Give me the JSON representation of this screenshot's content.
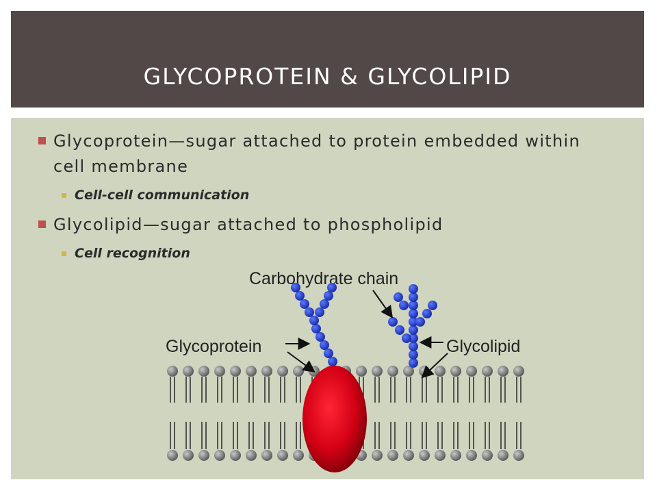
{
  "slide": {
    "title": "GLYCOPROTEIN & GLYCOLIPID",
    "bullets": [
      {
        "text": "Glycoprotein—sugar attached to protein embedded within cell membrane",
        "sub": "Cell-cell communication"
      },
      {
        "text": "Glycolipid—sugar attached to phospholipid",
        "sub": "Cell recognition"
      }
    ]
  },
  "diagram": {
    "labels": {
      "carbohydrate_chain": "Carbohydrate chain",
      "glycoprotein": "Glycoprotein",
      "glycolipid": "Glycolipid"
    },
    "colors": {
      "header_bg": "#524847",
      "content_bg": "#cfd5bf",
      "sugar_bead": "#1e3fd0",
      "protein": "#d40015",
      "lipid_head": "#7a7a7a"
    }
  }
}
